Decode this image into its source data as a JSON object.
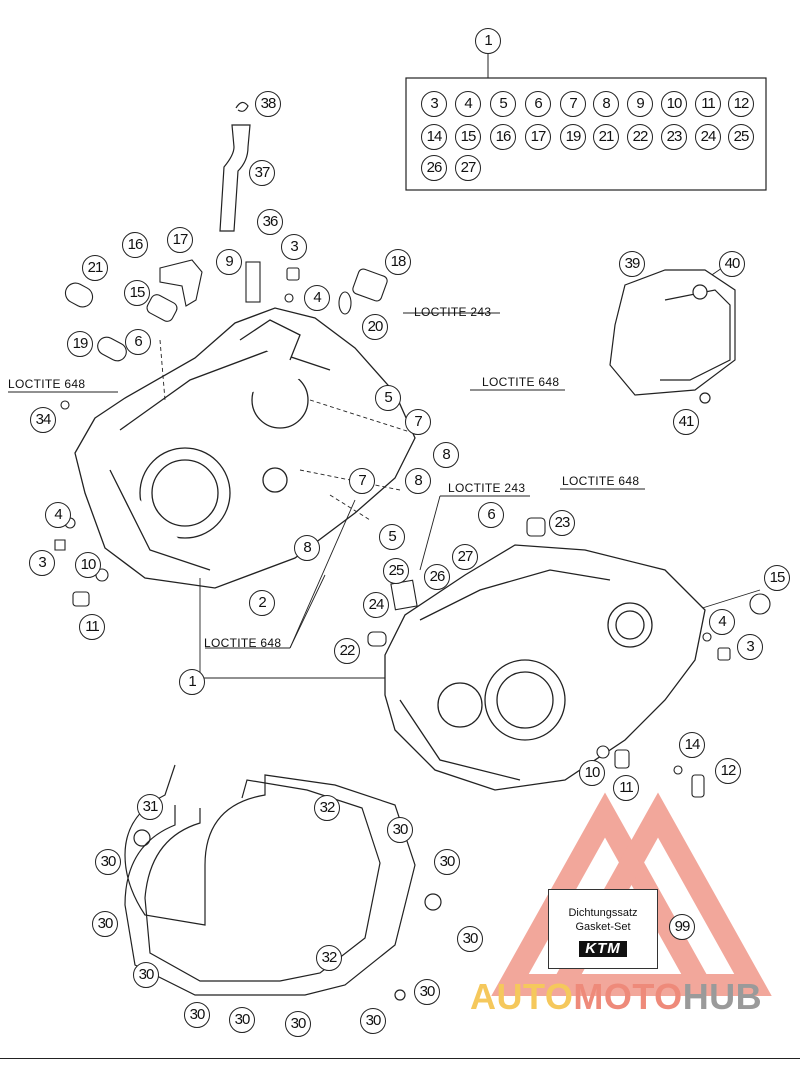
{
  "colors": {
    "line": "#222222",
    "watermark_yellow": "#f5c85c",
    "watermark_red": "#ee8a7a",
    "watermark_gray": "#9a9a9a"
  },
  "kit_box": {
    "header_ref": "1",
    "refs": [
      "3",
      "4",
      "5",
      "6",
      "7",
      "8",
      "9",
      "10",
      "11",
      "12",
      "14",
      "15",
      "16",
      "17",
      "19",
      "21",
      "22",
      "23",
      "24",
      "25",
      "26",
      "27"
    ]
  },
  "callouts": {
    "top_38": "38",
    "top_37": "37",
    "top_36": "36",
    "left_16": "16",
    "left_17": "17",
    "left_21": "21",
    "left_9": "9",
    "left_3a": "3",
    "left_18": "18",
    "left_15": "15",
    "left_4a": "4",
    "left_20": "20",
    "left_19": "19",
    "left_6": "6",
    "left_34": "34",
    "left_5a": "5",
    "left_7a": "7",
    "left_8a": "8",
    "left_7b": "7",
    "left_8b": "8",
    "left_4b": "4",
    "left_5b": "5",
    "left_3b": "3",
    "left_10": "10",
    "left_8c": "8",
    "left_2": "2",
    "left_11": "11",
    "ref_1_bottom": "1",
    "right_6": "6",
    "right_23": "23",
    "right_27": "27",
    "right_25": "25",
    "right_26": "26",
    "right_24": "24",
    "right_22": "22",
    "right_15": "15",
    "right_4": "4",
    "right_3": "3",
    "right_14": "14",
    "right_12": "12",
    "right_10": "10",
    "right_11": "11",
    "cover_39": "39",
    "cover_40": "40",
    "cover_41": "41",
    "gasket_31": "31",
    "gasket_32a": "32",
    "gasket_30a": "30",
    "gasket_30b": "30",
    "gasket_30c": "30",
    "gasket_30d": "30",
    "gasket_30e": "30",
    "gasket_32b": "32",
    "gasket_30f": "30",
    "gasket_30g": "30",
    "gasket_30h": "30",
    "gasket_30i": "30",
    "gasket_30j": "30",
    "gasket_30k": "30",
    "gasket_99": "99"
  },
  "loctite": {
    "l243_top": "LOCTITE 243",
    "l648_left": "LOCTITE 648",
    "l648_right": "LOCTITE 648",
    "l243_mid": "LOCTITE 243",
    "l648_mid": "LOCTITE 648",
    "l648_bottom": "LOCTITE 648"
  },
  "gasket_set": {
    "line1": "Dichtungssatz",
    "line2": "Gasket-Set",
    "logo": "KTM"
  },
  "watermark": {
    "part1": "AUTO",
    "part2": "MOTO",
    "part3": "HUB"
  }
}
